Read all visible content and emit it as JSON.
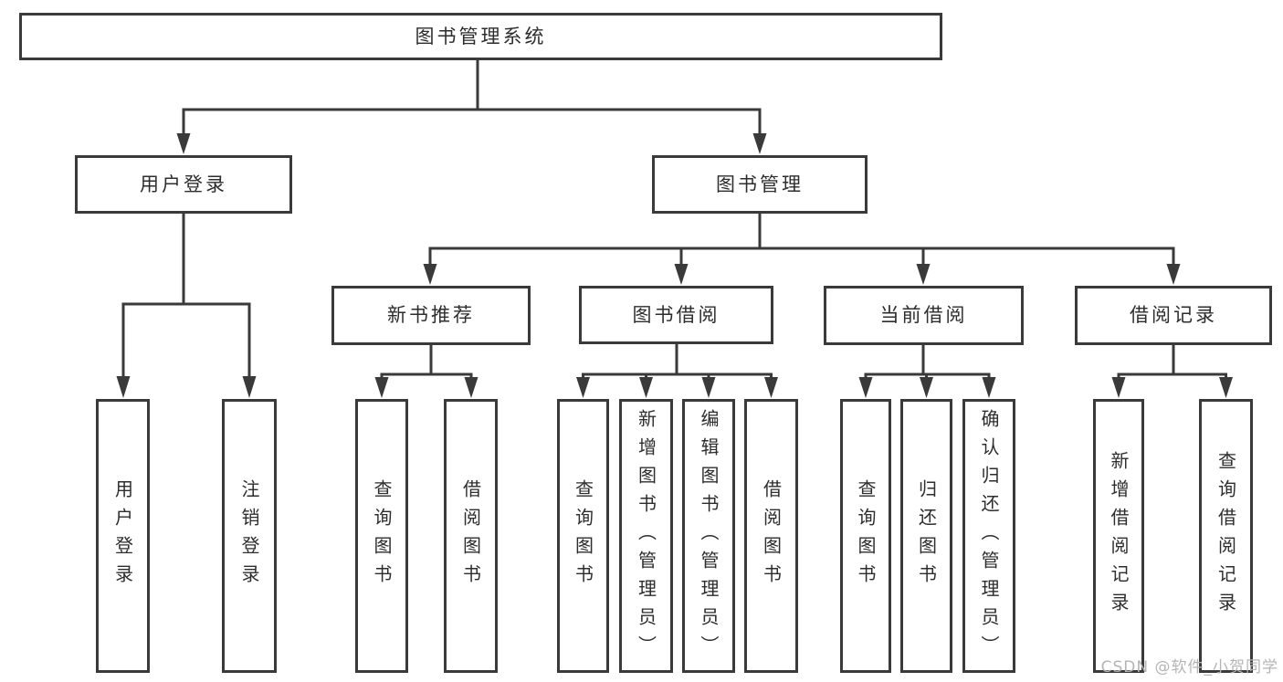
{
  "diagram_title": "图书管理系统",
  "tree": {
    "label": "图书管理系统",
    "children": [
      {
        "label": "用户登录",
        "children": [
          {
            "label": "用户登录"
          },
          {
            "label": "注销登录"
          }
        ]
      },
      {
        "label": "图书管理",
        "children": [
          {
            "label": "新书推荐",
            "children": [
              {
                "label": "查询图书"
              },
              {
                "label": "借阅图书"
              }
            ]
          },
          {
            "label": "图书借阅",
            "children": [
              {
                "label": "查询图书"
              },
              {
                "label": "新增图书（管理员）"
              },
              {
                "label": "编辑图书（管理员）"
              },
              {
                "label": "借阅图书"
              }
            ]
          },
          {
            "label": "当前借阅",
            "children": [
              {
                "label": "查询图书"
              },
              {
                "label": "归还图书"
              },
              {
                "label": "确认归还（管理员）"
              }
            ]
          },
          {
            "label": "借阅记录",
            "children": [
              {
                "label": "新增借阅记录"
              },
              {
                "label": "查询借阅记录"
              }
            ]
          }
        ]
      }
    ]
  },
  "watermark": "CSDN @软件_小贺同学",
  "colors": {
    "line": "#3a3a3a",
    "text": "#2d2d2d",
    "watermark": "#b5b5b5",
    "background": "#ffffff"
  }
}
